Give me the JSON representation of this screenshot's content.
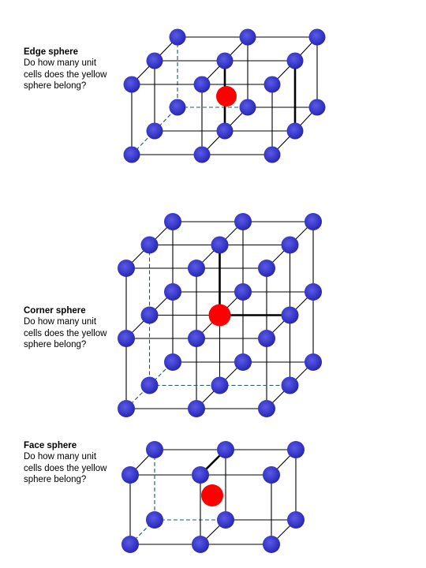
{
  "panels": [
    {
      "id": "edge",
      "title": "Edge sphere",
      "question": "Do how many unit cells does the yellow sphere belong?"
    },
    {
      "id": "corner",
      "title": "Corner sphere",
      "question": "Do how many unit cells does the yellow sphere belong?"
    },
    {
      "id": "face",
      "title": "Face sphere",
      "question": "Do how many unit cells does the yellow sphere belong?"
    }
  ],
  "colors": {
    "lattice_sphere": "#3636c8",
    "highlight_sphere": "#ff0000",
    "edge_line": "#000000",
    "hidden_line": "#1a5c5c"
  }
}
